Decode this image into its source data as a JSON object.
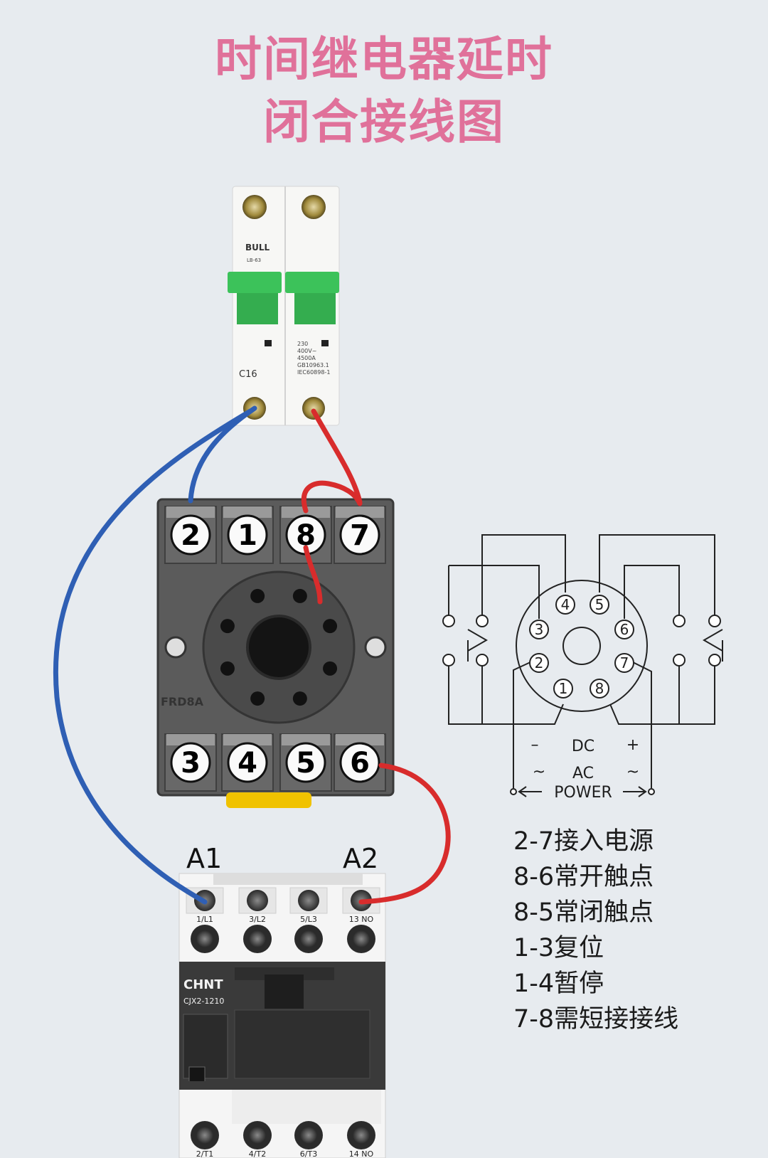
{
  "title": {
    "line1": "时间继电器延时",
    "line2": "闭合接线图"
  },
  "breaker": {
    "brand": "BULL",
    "model": "LB-63",
    "rating": "C16",
    "specs": [
      "230",
      "400V~",
      "4500A",
      "GB10963.1",
      "IEC60898-1"
    ]
  },
  "relay_base": {
    "top_terminals": [
      "2",
      "1",
      "8",
      "7"
    ],
    "bottom_terminals": [
      "3",
      "4",
      "5",
      "6"
    ],
    "marking": "FRD8A"
  },
  "contactor": {
    "coil_labels": [
      "A1",
      "A2"
    ],
    "top_terminals": [
      "1/L1",
      "3/L2",
      "5/L3",
      "13 NO"
    ],
    "bottom_terminals": [
      "2/T1",
      "4/T2",
      "6/T3",
      "14 NO"
    ],
    "brand": "CHNT",
    "model": "CJX2-1210"
  },
  "schematic": {
    "pins": [
      "1",
      "2",
      "3",
      "4",
      "5",
      "6",
      "7",
      "8"
    ],
    "row1": [
      "–",
      "DC",
      "+"
    ],
    "row2": [
      "~",
      "AC",
      "~"
    ],
    "power_label": "POWER"
  },
  "legend": [
    "2-7接入电源",
    "8-6常开触点",
    "8-5常闭触点",
    "1-3复位",
    "1-4暂停",
    "7-8需短接接线"
  ],
  "colors": {
    "title": "#e0719a",
    "wire_blue": "#2f5fb4",
    "wire_red": "#d82c2c",
    "breaker_handle": "#3cc25a",
    "relay_base": "#585858",
    "contactor_body": "#3a3a3a"
  }
}
